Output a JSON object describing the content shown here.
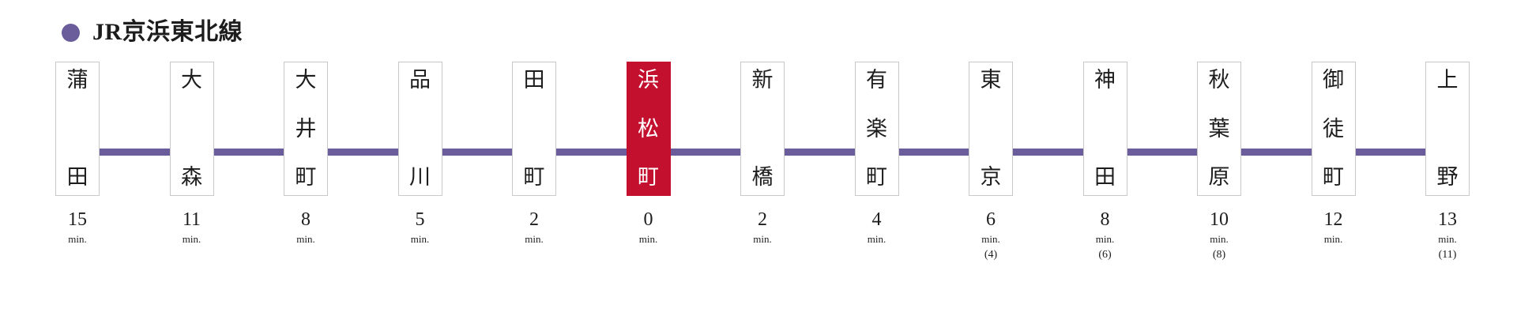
{
  "header": {
    "line_dot_color": "#6B5D9B",
    "line_name": "JR京浜東北線"
  },
  "theme": {
    "rail_color": "#6B5D9B",
    "box_border_color": "#c9c9c9",
    "highlight_color": "#C3102F",
    "text_color": "#1d1d1d",
    "background": "#ffffff"
  },
  "legend": {
    "minutes_unit": "min."
  },
  "stations": [
    {
      "name": "蒲田",
      "chars": [
        "蒲",
        "田"
      ],
      "minutes": "15",
      "unit": "min.",
      "alt_minutes": "",
      "highlight": false
    },
    {
      "name": "大森",
      "chars": [
        "大",
        "森"
      ],
      "minutes": "11",
      "unit": "min.",
      "alt_minutes": "",
      "highlight": false
    },
    {
      "name": "大井町",
      "chars": [
        "大",
        "井",
        "町"
      ],
      "minutes": "8",
      "unit": "min.",
      "alt_minutes": "",
      "highlight": false
    },
    {
      "name": "品川",
      "chars": [
        "品",
        "川"
      ],
      "minutes": "5",
      "unit": "min.",
      "alt_minutes": "",
      "highlight": false
    },
    {
      "name": "田町",
      "chars": [
        "田",
        "町"
      ],
      "minutes": "2",
      "unit": "min.",
      "alt_minutes": "",
      "highlight": false
    },
    {
      "name": "浜松町",
      "chars": [
        "浜",
        "松",
        "町"
      ],
      "minutes": "0",
      "unit": "min.",
      "alt_minutes": "",
      "highlight": true
    },
    {
      "name": "新橋",
      "chars": [
        "新",
        "橋"
      ],
      "minutes": "2",
      "unit": "min.",
      "alt_minutes": "",
      "highlight": false
    },
    {
      "name": "有楽町",
      "chars": [
        "有",
        "楽",
        "町"
      ],
      "minutes": "4",
      "unit": "min.",
      "alt_minutes": "",
      "highlight": false
    },
    {
      "name": "東京",
      "chars": [
        "東",
        "京"
      ],
      "minutes": "6",
      "unit": "min.",
      "alt_minutes": "(4)",
      "highlight": false
    },
    {
      "name": "神田",
      "chars": [
        "神",
        "田"
      ],
      "minutes": "8",
      "unit": "min.",
      "alt_minutes": "(6)",
      "highlight": false
    },
    {
      "name": "秋葉原",
      "chars": [
        "秋",
        "葉",
        "原"
      ],
      "minutes": "10",
      "unit": "min.",
      "alt_minutes": "(8)",
      "highlight": false
    },
    {
      "name": "御徒町",
      "chars": [
        "御",
        "徒",
        "町"
      ],
      "minutes": "12",
      "unit": "min.",
      "alt_minutes": "",
      "highlight": false
    },
    {
      "name": "上野",
      "chars": [
        "上",
        "野"
      ],
      "minutes": "13",
      "unit": "min.",
      "alt_minutes": "(11)",
      "highlight": false
    }
  ]
}
